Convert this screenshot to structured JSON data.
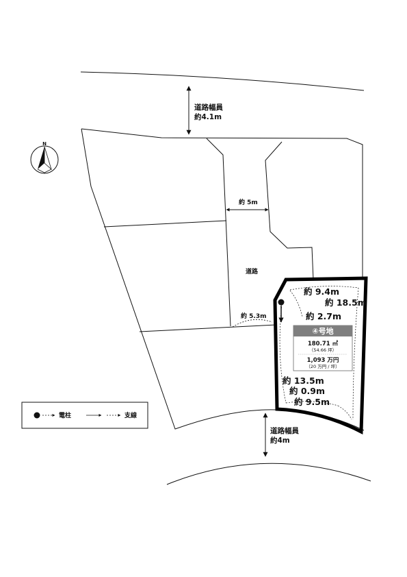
{
  "road_top": {
    "label": "道路幅員",
    "width": "約4.1m"
  },
  "road_bottom": {
    "label": "道路幅員",
    "width": "約4m"
  },
  "compass": {
    "north": "N"
  },
  "private_road": {
    "label": "道路",
    "width_upper": "約 5m",
    "width_lower": "約 5.3m"
  },
  "lot": {
    "number": "④号地",
    "area_m2": "180.71",
    "area_unit": "㎡",
    "area_tsubo": "（54.66 坪）",
    "price": "1,093",
    "price_unit": "万円",
    "price_per_tsubo": "（20 万円 / 坪）",
    "header_color": "#7f7f7f"
  },
  "dimensions": {
    "top": "約 9.4m",
    "right": "約 18.5m",
    "inner": "約 2.7m",
    "left": "約 13.5m",
    "bottom_small": "約 0.9m",
    "bottom": "約 9.5m"
  },
  "legend": {
    "pole_label": "電柱",
    "guy_label": "支線"
  }
}
